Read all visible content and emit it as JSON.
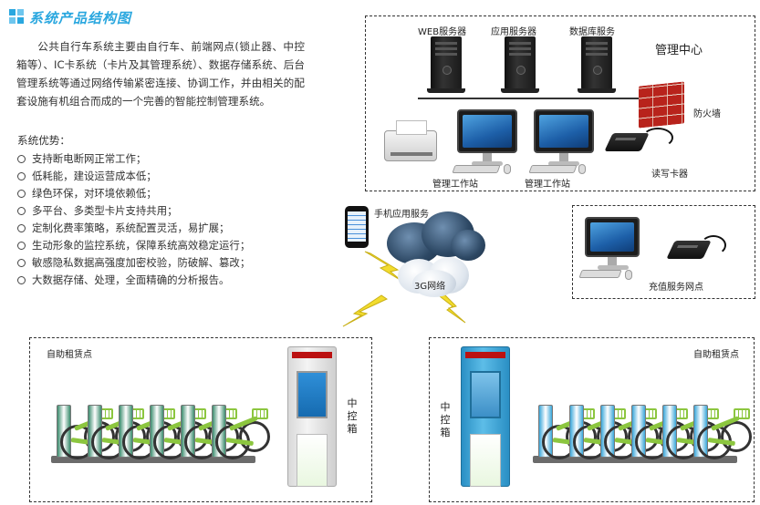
{
  "header": {
    "title": "系统产品结构图"
  },
  "intro": {
    "text": "公共自行车系统主要由自行车、前端网点(锁止器、中控箱等）、IC卡系统（卡片及其管理系统）、数据存储系统、后台管理系统等通过网络传输紧密连接、协调工作，并由相关的配套设施有机组合而成的一个完善的智能控制管理系统。"
  },
  "advantages": {
    "title": "系统优势：",
    "items": [
      "支持断电断网正常工作；",
      "低耗能，建设运营成本低；",
      "绿色环保，对环境依赖低；",
      "多平台、多类型卡片支持共用；",
      "定制化费率策略，系统配置灵活，易扩展；",
      "生动形象的监控系统，保障系统高效稳定运行；",
      "敏感隐私数据高强度加密校验，防破解、篡改；",
      "大数据存储、处理，全面精确的分析报告。"
    ]
  },
  "management": {
    "title": "管理中心",
    "servers": [
      "WEB服务器",
      "应用服务器",
      "数据库服务"
    ],
    "firewall": "防火墙",
    "workstations": [
      "管理工作站",
      "管理工作站"
    ],
    "card_reader": "读写卡器"
  },
  "network": {
    "mobile_service": "手机应用服务",
    "cloud_label": "3G网络"
  },
  "recharge": {
    "label": "充值服务网点"
  },
  "rental_left": {
    "title": "自助租赁点",
    "controller": "中控箱"
  },
  "rental_right": {
    "title": "自助租赁点",
    "controller": "中控箱"
  },
  "colors": {
    "title_blue": "#2aa7df",
    "bike_green": "#8cc63f",
    "firewall_red": "#b8231c",
    "cloud_dark": "#2d4864",
    "bolt_yellow": "#f2dc2e",
    "kiosk_left": "#e8e8e8",
    "kiosk_right": "#3aa6d9"
  }
}
